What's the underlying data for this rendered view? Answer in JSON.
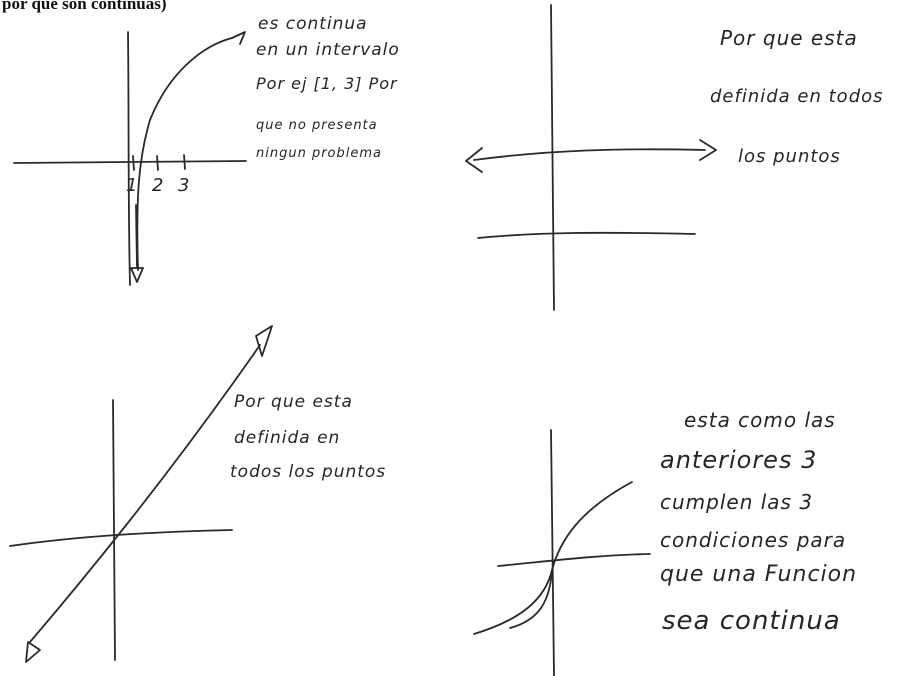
{
  "header": "por qué son continuas)",
  "panels": {
    "top_left": {
      "ticks": [
        "1",
        "2",
        "3"
      ],
      "note": [
        "es continua",
        "en un intervalo",
        "Por ej [1, 3] Por",
        "que no presenta",
        "ningun problema"
      ]
    },
    "top_right": {
      "note": [
        "Por que esta",
        "definida en todos",
        "los puntos"
      ]
    },
    "bottom_left": {
      "note": [
        "Por que esta",
        "definida en",
        "todos los puntos"
      ]
    },
    "bottom_right": {
      "note": [
        "esta como las",
        "anteriores 3",
        "cumplen las 3",
        "condiciones para",
        "que una Funcion",
        "sea continua"
      ]
    }
  }
}
